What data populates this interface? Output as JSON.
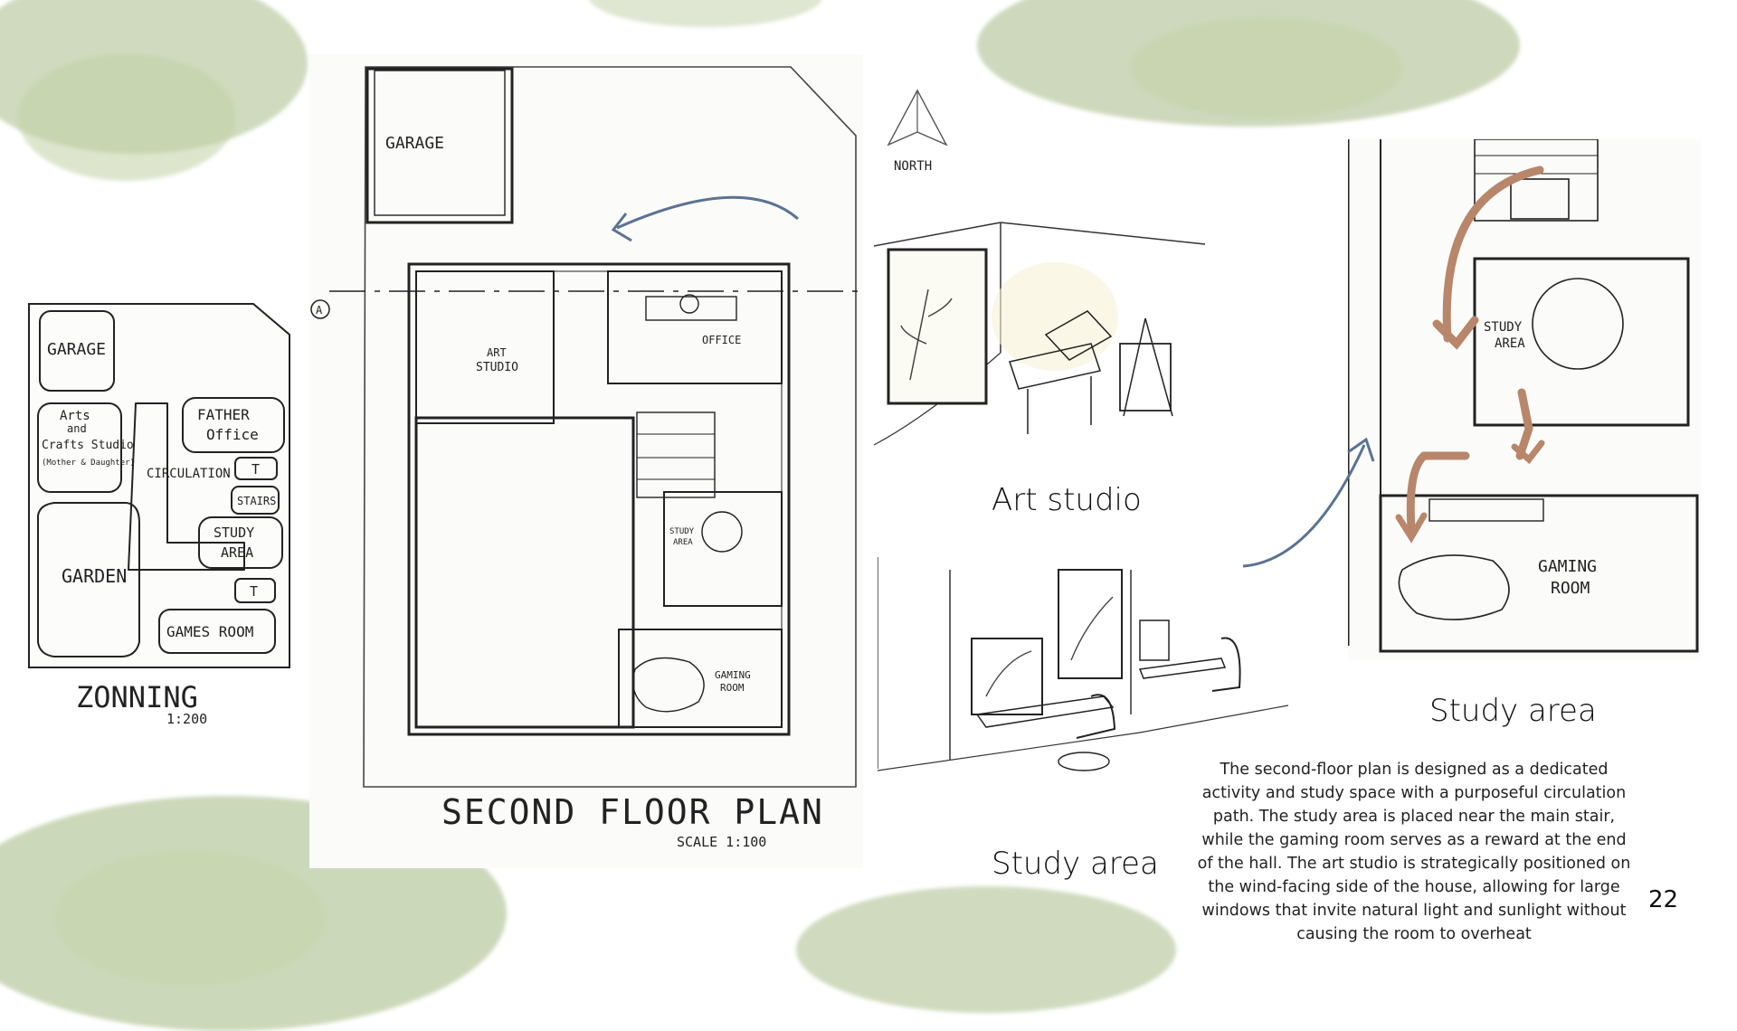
{
  "captions": {
    "art_studio": "Art studio",
    "study_area_left": "Study area",
    "study_area_right": "Study area"
  },
  "description": "The second-floor plan is designed as a dedicated activity and study space with a purposeful circulation path. The study area is placed near the main stair, while the gaming room serves as a reward at the end of the hall. The art studio is strategically positioned on the wind-facing side of the house, allowing for large windows that invite natural light and sunlight without causing the room to overheat",
  "page_number": "22",
  "zoning": {
    "title": "ZONNING",
    "scale": "1:200",
    "garage": "GARAGE",
    "arts_line1": "Arts",
    "arts_line2": "and",
    "arts_line3": "Crafts Studio",
    "arts_line4": "(Mother & Daughter)",
    "father_line1": "FATHER",
    "father_line2": "Office",
    "circulation": "CIRCULATION",
    "toilet_1": "T",
    "toilet_2": "T",
    "stairs": "STAIRS",
    "study_line1": "STUDY",
    "study_line2": "AREA",
    "garden": "GARDEN",
    "games_room": "GAMES ROOM"
  },
  "plan": {
    "title": "SECOND FLOOR PLAN",
    "scale": "SCALE 1:100",
    "garage": "GARAGE",
    "art_line1": "ART",
    "art_line2": "STUDIO",
    "office": "OFFICE",
    "study_line1": "STUDY",
    "study_line2": "AREA",
    "gaming_line1": "GAMING",
    "gaming_line2": "ROOM",
    "section_marker": "A",
    "north": "NORTH"
  },
  "detail": {
    "study_line1": "STUDY",
    "study_line2": "AREA",
    "gaming_line1": "GAMING",
    "gaming_line2": "ROOM"
  },
  "colors": {
    "arrow_blue": "#5a7394",
    "arrow_brown": "#b8866a",
    "leaf_green": "#8fa76b"
  }
}
